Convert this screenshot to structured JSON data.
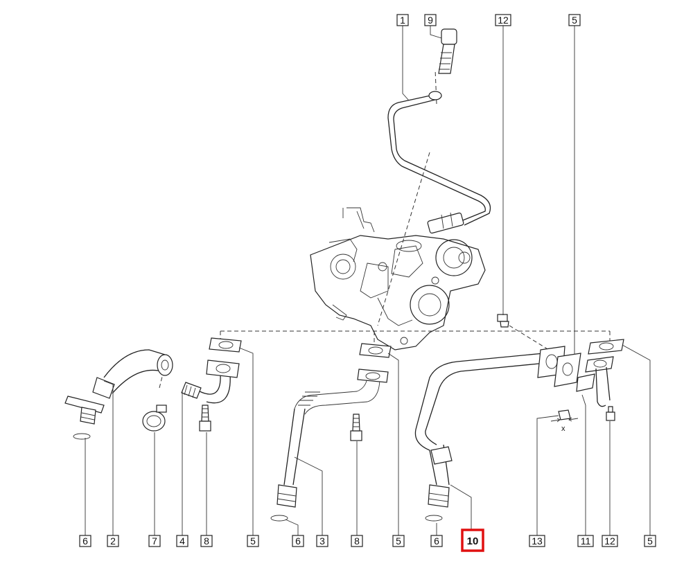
{
  "callouts_top": [
    {
      "id": "top-1",
      "label": "1"
    },
    {
      "id": "top-9",
      "label": "9"
    },
    {
      "id": "top-12",
      "label": "12"
    },
    {
      "id": "top-5",
      "label": "5"
    }
  ],
  "callouts_bottom": [
    {
      "id": "bottom-6a",
      "label": "6"
    },
    {
      "id": "bottom-2",
      "label": "2"
    },
    {
      "id": "bottom-7",
      "label": "7"
    },
    {
      "id": "bottom-4",
      "label": "4"
    },
    {
      "id": "bottom-8a",
      "label": "8"
    },
    {
      "id": "bottom-5a",
      "label": "5"
    },
    {
      "id": "bottom-6b",
      "label": "6"
    },
    {
      "id": "bottom-3",
      "label": "3"
    },
    {
      "id": "bottom-8b",
      "label": "8"
    },
    {
      "id": "bottom-5b",
      "label": "5"
    },
    {
      "id": "bottom-6c",
      "label": "6"
    },
    {
      "id": "bottom-10",
      "label": "10",
      "highlighted": true
    },
    {
      "id": "bottom-13",
      "label": "13"
    },
    {
      "id": "bottom-11",
      "label": "11"
    },
    {
      "id": "bottom-12",
      "label": "12"
    },
    {
      "id": "bottom-5c",
      "label": "5"
    }
  ],
  "dimension_label": "x",
  "highlight_color": "#e01010"
}
